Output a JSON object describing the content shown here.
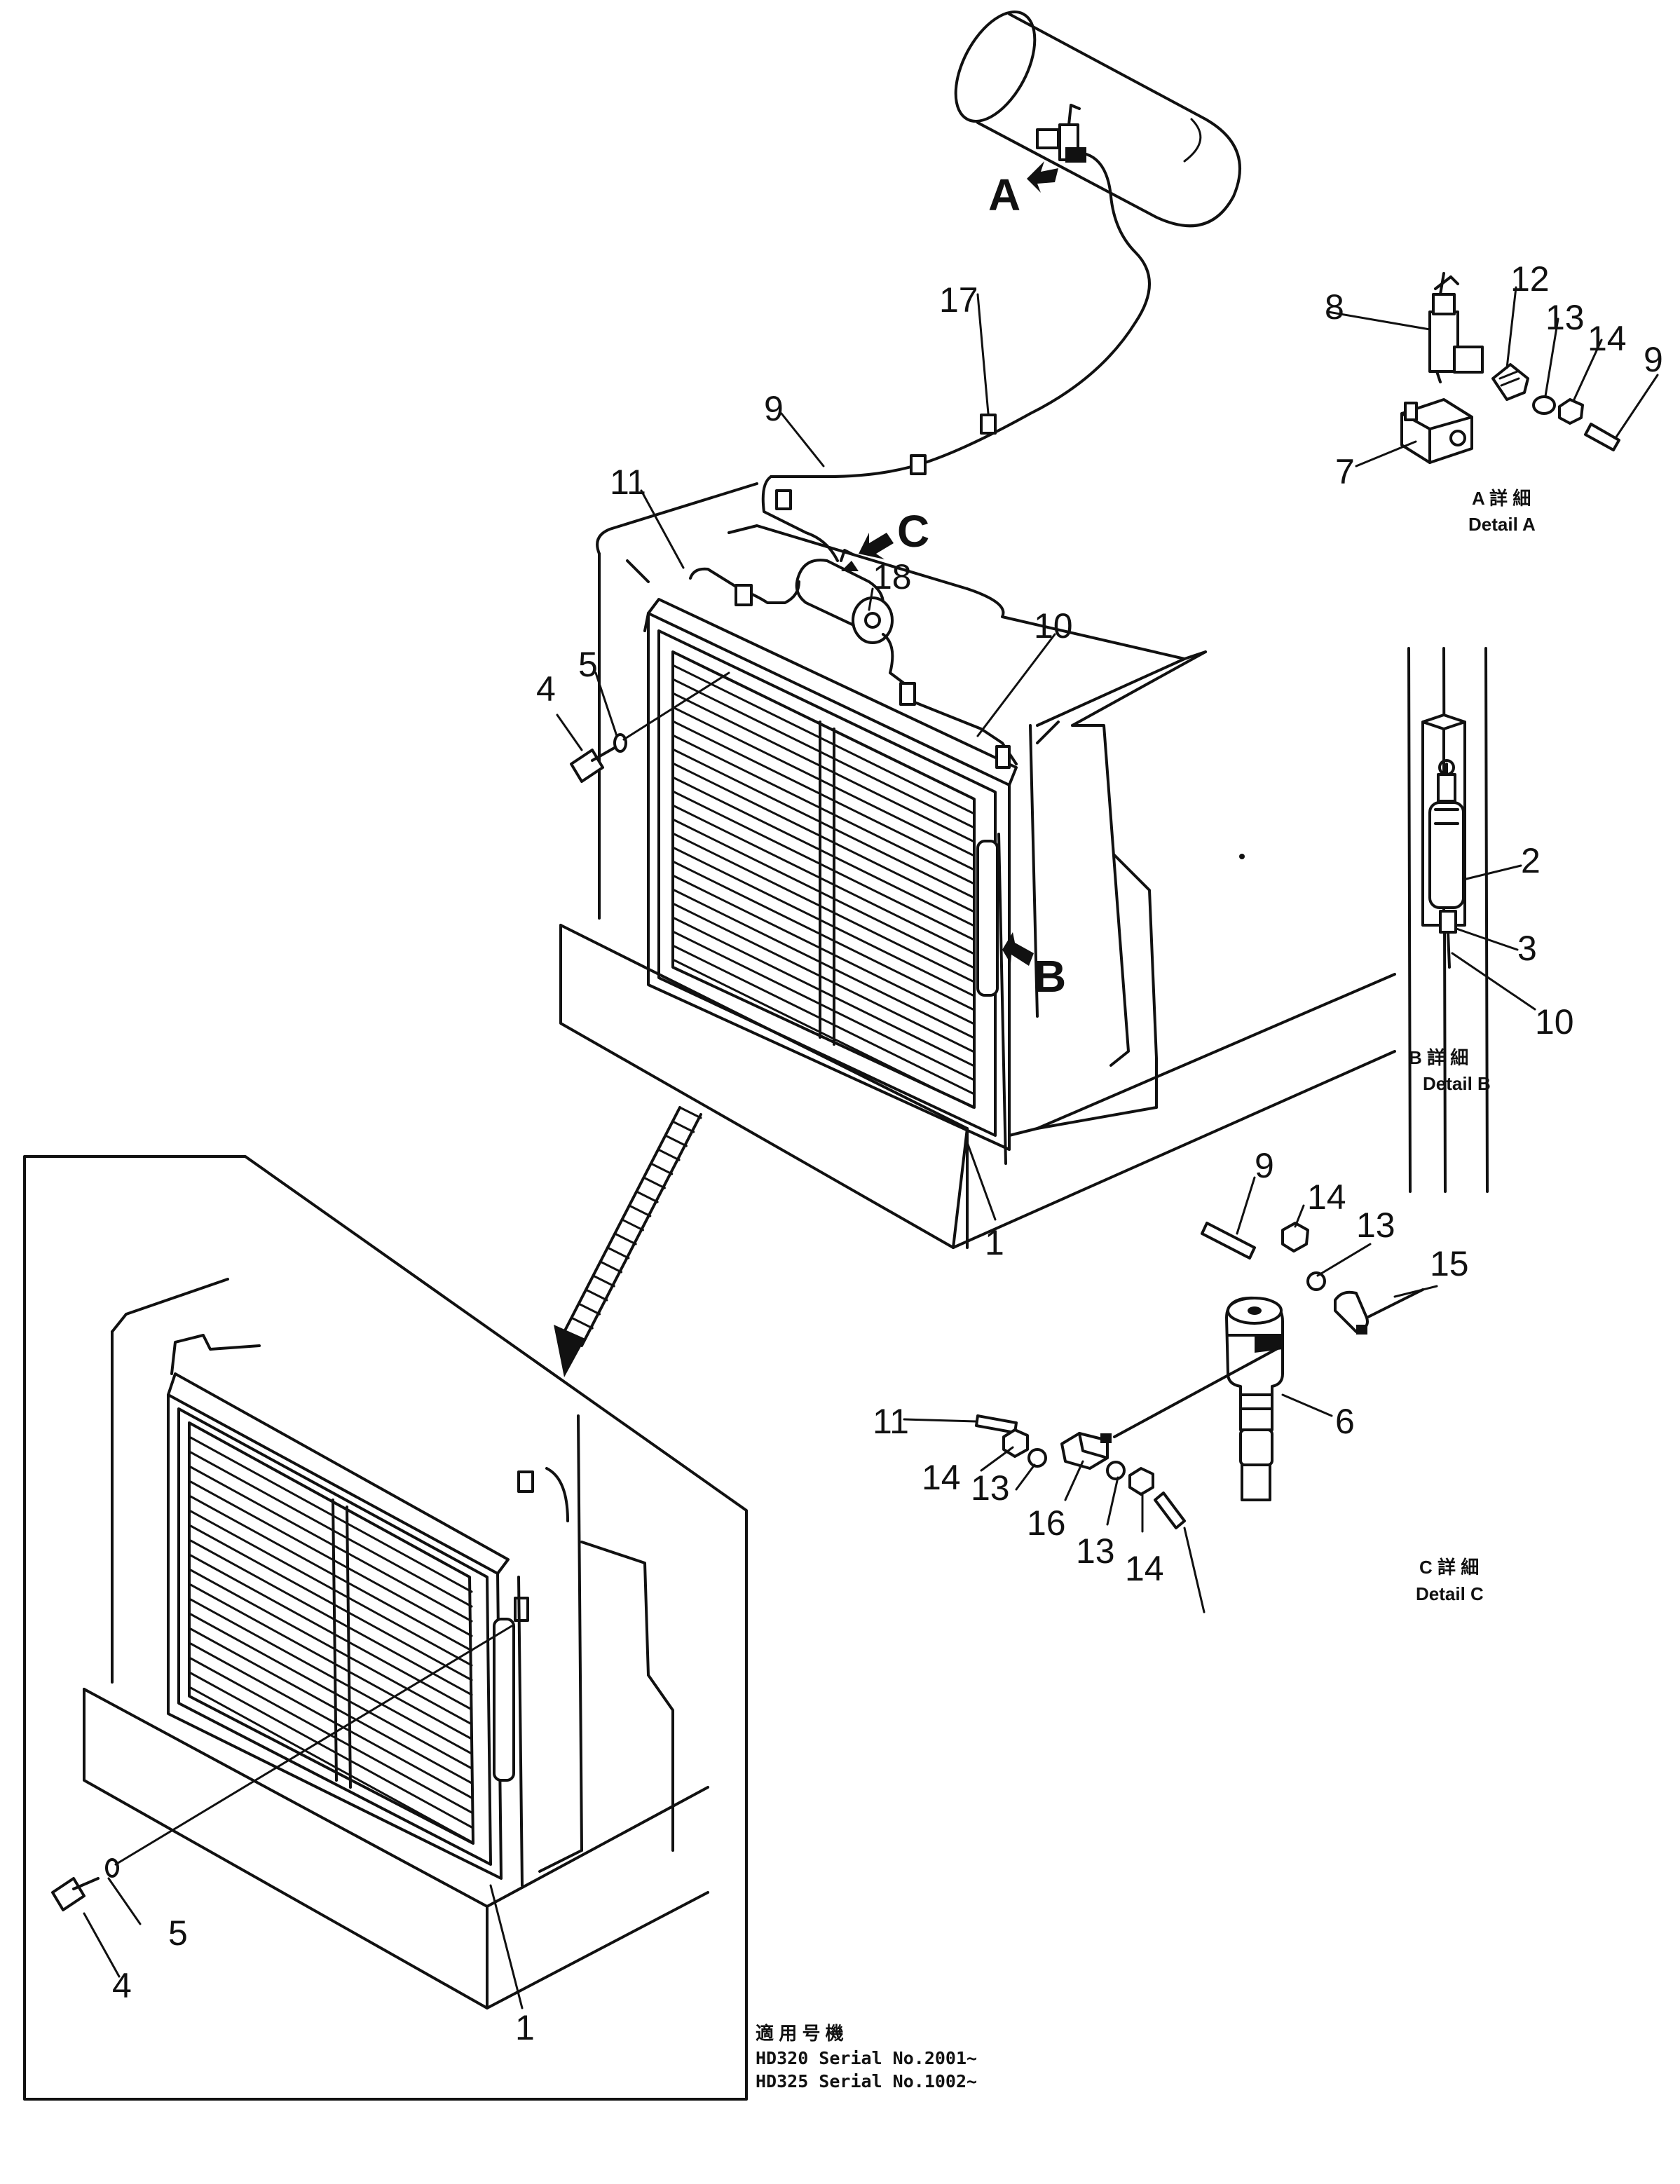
{
  "callouts": {
    "p1": "1",
    "p2": "2",
    "p3": "3",
    "p4": "4",
    "p5": "5",
    "p6": "6",
    "p7": "7",
    "p8": "8",
    "p9": "9",
    "p10": "10",
    "p11": "11",
    "p12": "12",
    "p13": "13",
    "p14": "14",
    "p15": "15",
    "p16": "16",
    "p17": "17",
    "p18": "18"
  },
  "view_arrows": {
    "a": "A",
    "b": "B",
    "c": "C"
  },
  "details": {
    "a": {
      "jp": "A 詳 細",
      "en": "Detail  A"
    },
    "b": {
      "jp": "B  詳  細",
      "en": "Detail   B"
    },
    "c": {
      "jp": "C  詳  細",
      "en": "Detail   C"
    }
  },
  "applicability": {
    "heading": "適 用 号 機",
    "line1": "HD320 Serial No.2001~",
    "line2": "HD325 Serial No.1002~"
  }
}
